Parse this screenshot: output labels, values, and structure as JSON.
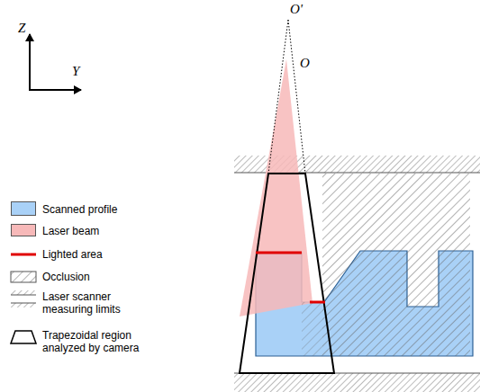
{
  "diagram": {
    "labels": [
      "Z",
      "Y",
      "O'",
      "O"
    ],
    "legend": [
      {
        "text": "Scanned profile",
        "color": "#a9d1f7"
      },
      {
        "text": "Laser beam",
        "color": "#f7b9b9"
      },
      {
        "text": "Lighted area"
      },
      {
        "text": "Occlusion"
      },
      {
        "text": "Laser scanner measuring limits"
      },
      {
        "text": "Trapezoidal region analyzed by camera"
      }
    ]
  }
}
